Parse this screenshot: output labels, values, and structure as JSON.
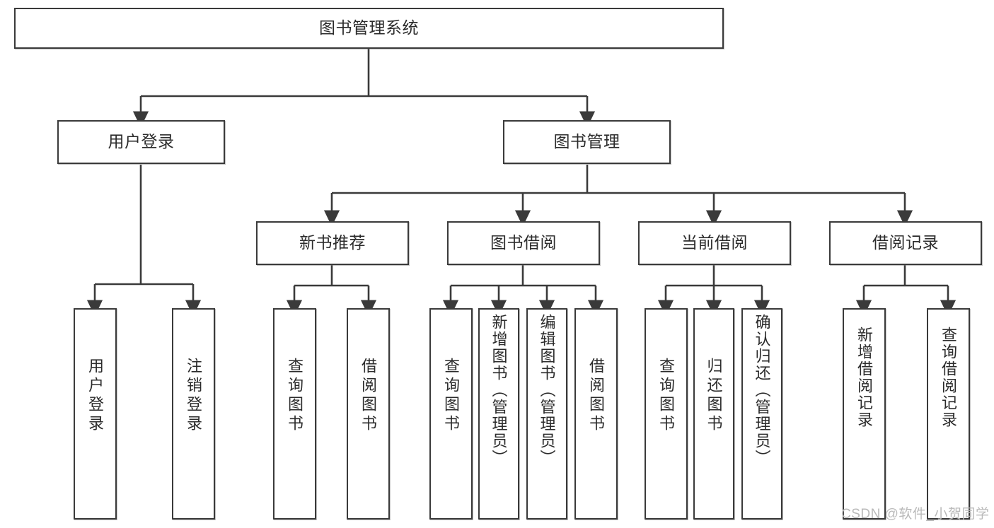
{
  "diagram": {
    "title": "图书管理系统",
    "type": "tree-hierarchy",
    "watermark": "CSDN @软件_小贺同学",
    "colors": {
      "box_border": "#3a3a3a",
      "box_fill": "#ffffff",
      "edge": "#3a3a3a",
      "text": "#2b2b2b",
      "watermark": "#b9b9b9"
    },
    "root": {
      "label": "图书管理系统"
    },
    "level2": [
      {
        "label": "用户登录"
      },
      {
        "label": "图书管理"
      }
    ],
    "level3": [
      {
        "label": "新书推荐"
      },
      {
        "label": "图书借阅"
      },
      {
        "label": "当前借阅"
      },
      {
        "label": "借阅记录"
      }
    ],
    "leaves_user_login": [
      {
        "label": "用户登录"
      },
      {
        "label": "注销登录"
      }
    ],
    "leaves_new_book": [
      {
        "label": "查询图书"
      },
      {
        "label": "借阅图书"
      }
    ],
    "leaves_borrow": [
      {
        "label": "查询图书"
      },
      {
        "label": "新增图书（管理员）"
      },
      {
        "label": "编辑图书（管理员）"
      },
      {
        "label": "借阅图书"
      }
    ],
    "leaves_current": [
      {
        "label": "查询图书"
      },
      {
        "label": "归还图书"
      },
      {
        "label": "确认归还（管理员）"
      }
    ],
    "leaves_records": [
      {
        "label": "新增借阅记录"
      },
      {
        "label": "查询借阅记录"
      }
    ]
  }
}
